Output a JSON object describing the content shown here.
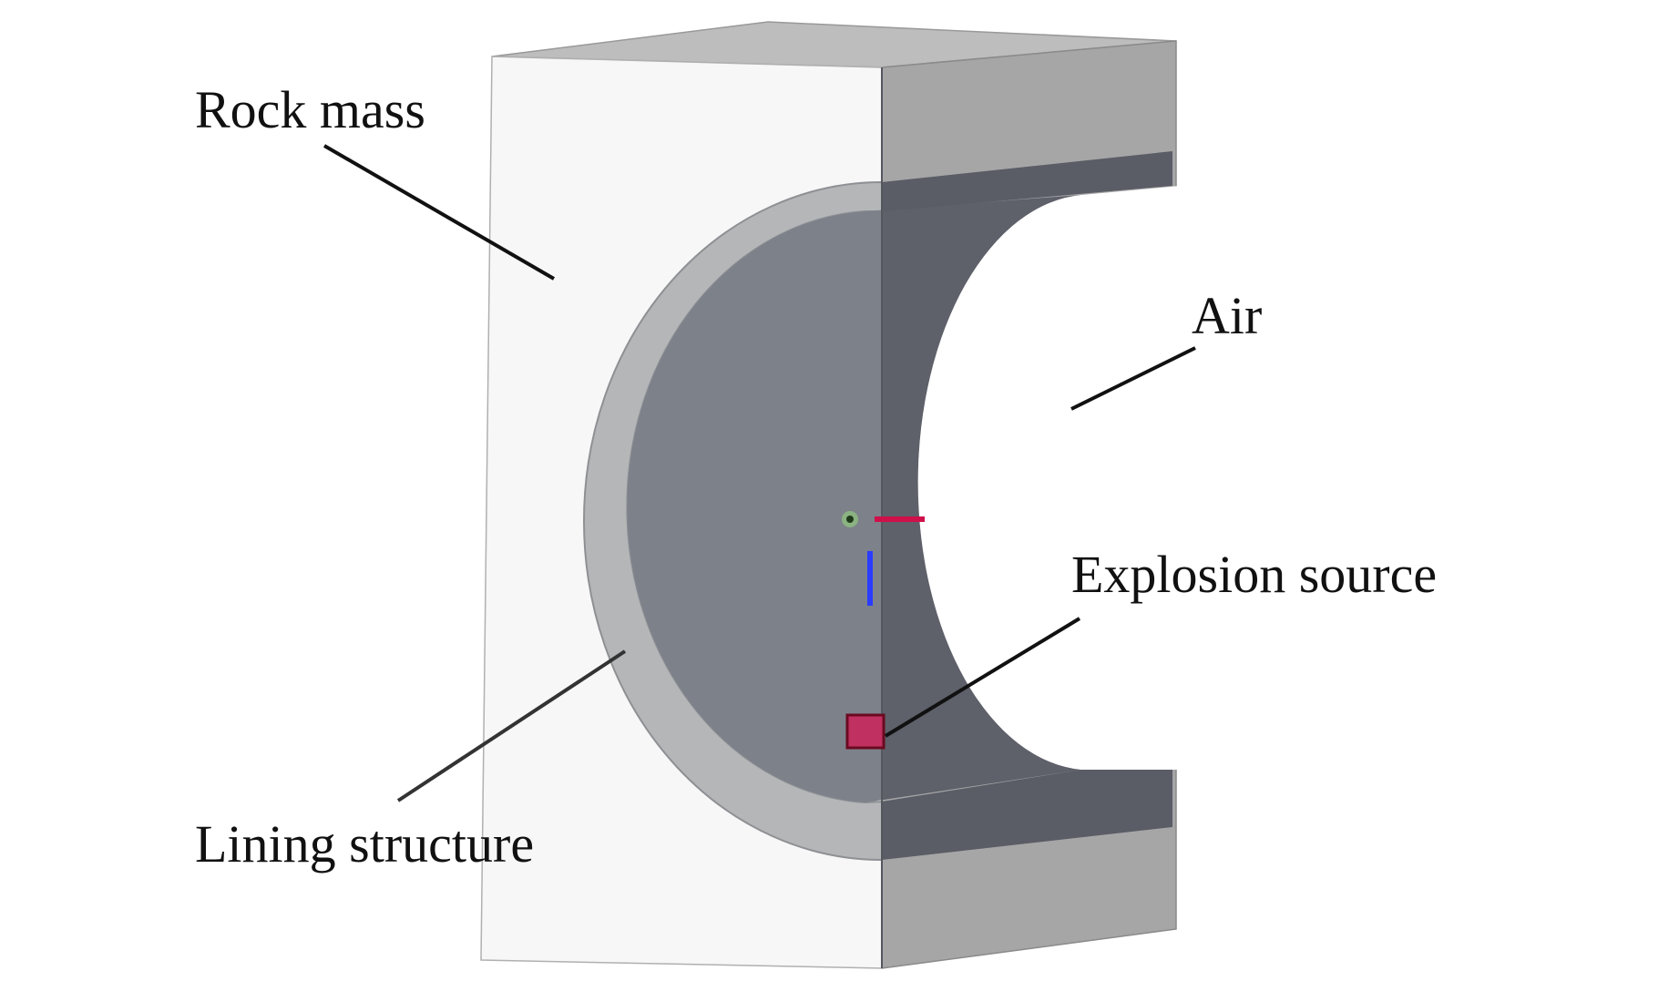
{
  "labels": {
    "rock_mass": "Rock mass",
    "air": "Air",
    "explosion_source": "Explosion source",
    "lining_structure": "Lining structure"
  },
  "colors": {
    "front_face": "#f7f7f7",
    "top_face": "#bdbdbd",
    "side_face": "#a6a6a6",
    "lining": "#b4b6b8",
    "tunnel_surface": "#7d818a",
    "tunnel_surface_dark": "#5e606a",
    "explosion": "#c03060"
  }
}
